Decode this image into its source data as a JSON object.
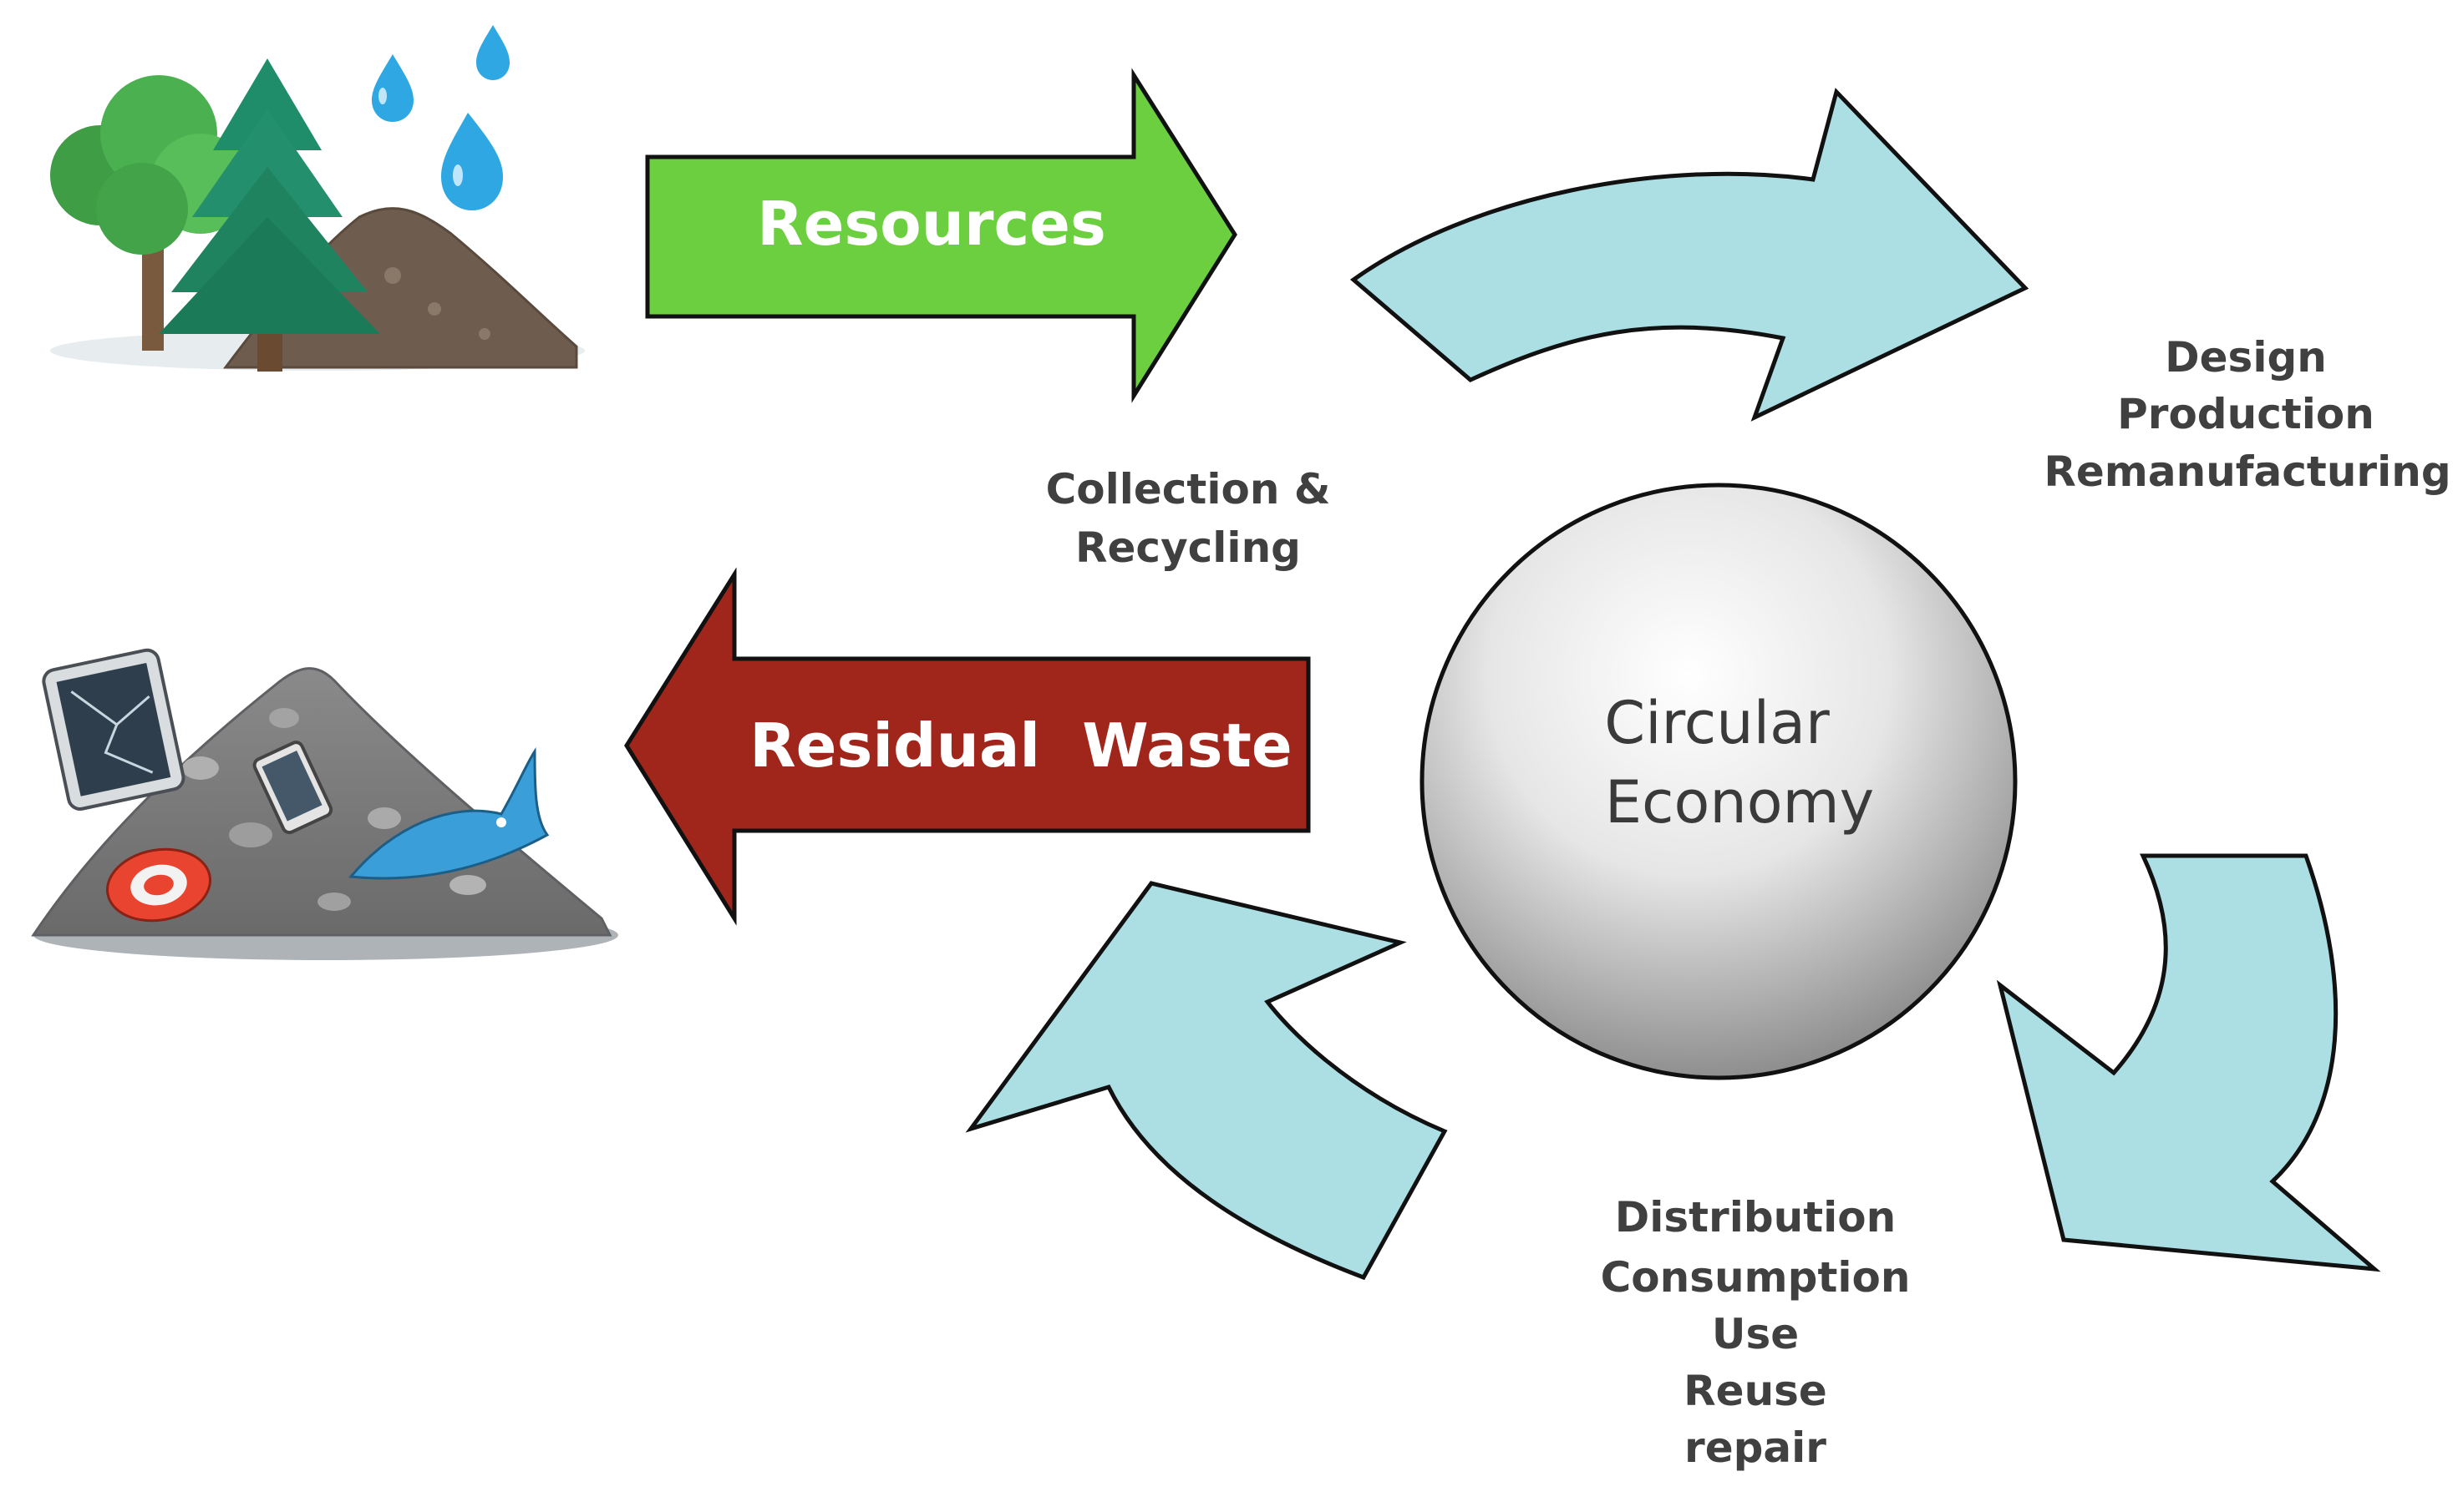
{
  "diagram": {
    "resources_label": "Resources",
    "residual_waste_label": "Residual  Waste",
    "center": {
      "line1": "Circular",
      "line2": "Economy"
    },
    "stages": {
      "collection": [
        "Collection &",
        "Recycling"
      ],
      "design": [
        "Design",
        "Production",
        "Remanufacturing"
      ],
      "distribution": [
        "Distribution",
        "Consumption",
        "Use",
        "Reuse",
        "repair"
      ]
    },
    "icons": {
      "nature": "nature-resources-icon",
      "waste": "waste-pile-icon"
    },
    "colors": {
      "resources_arrow": "#6ccf3f",
      "residual_arrow": "#a0261c",
      "cycle_arrow": "#abdfe3",
      "outline": "#111111",
      "stage_text": "#404040",
      "center_text": "#3a3a3a"
    }
  }
}
